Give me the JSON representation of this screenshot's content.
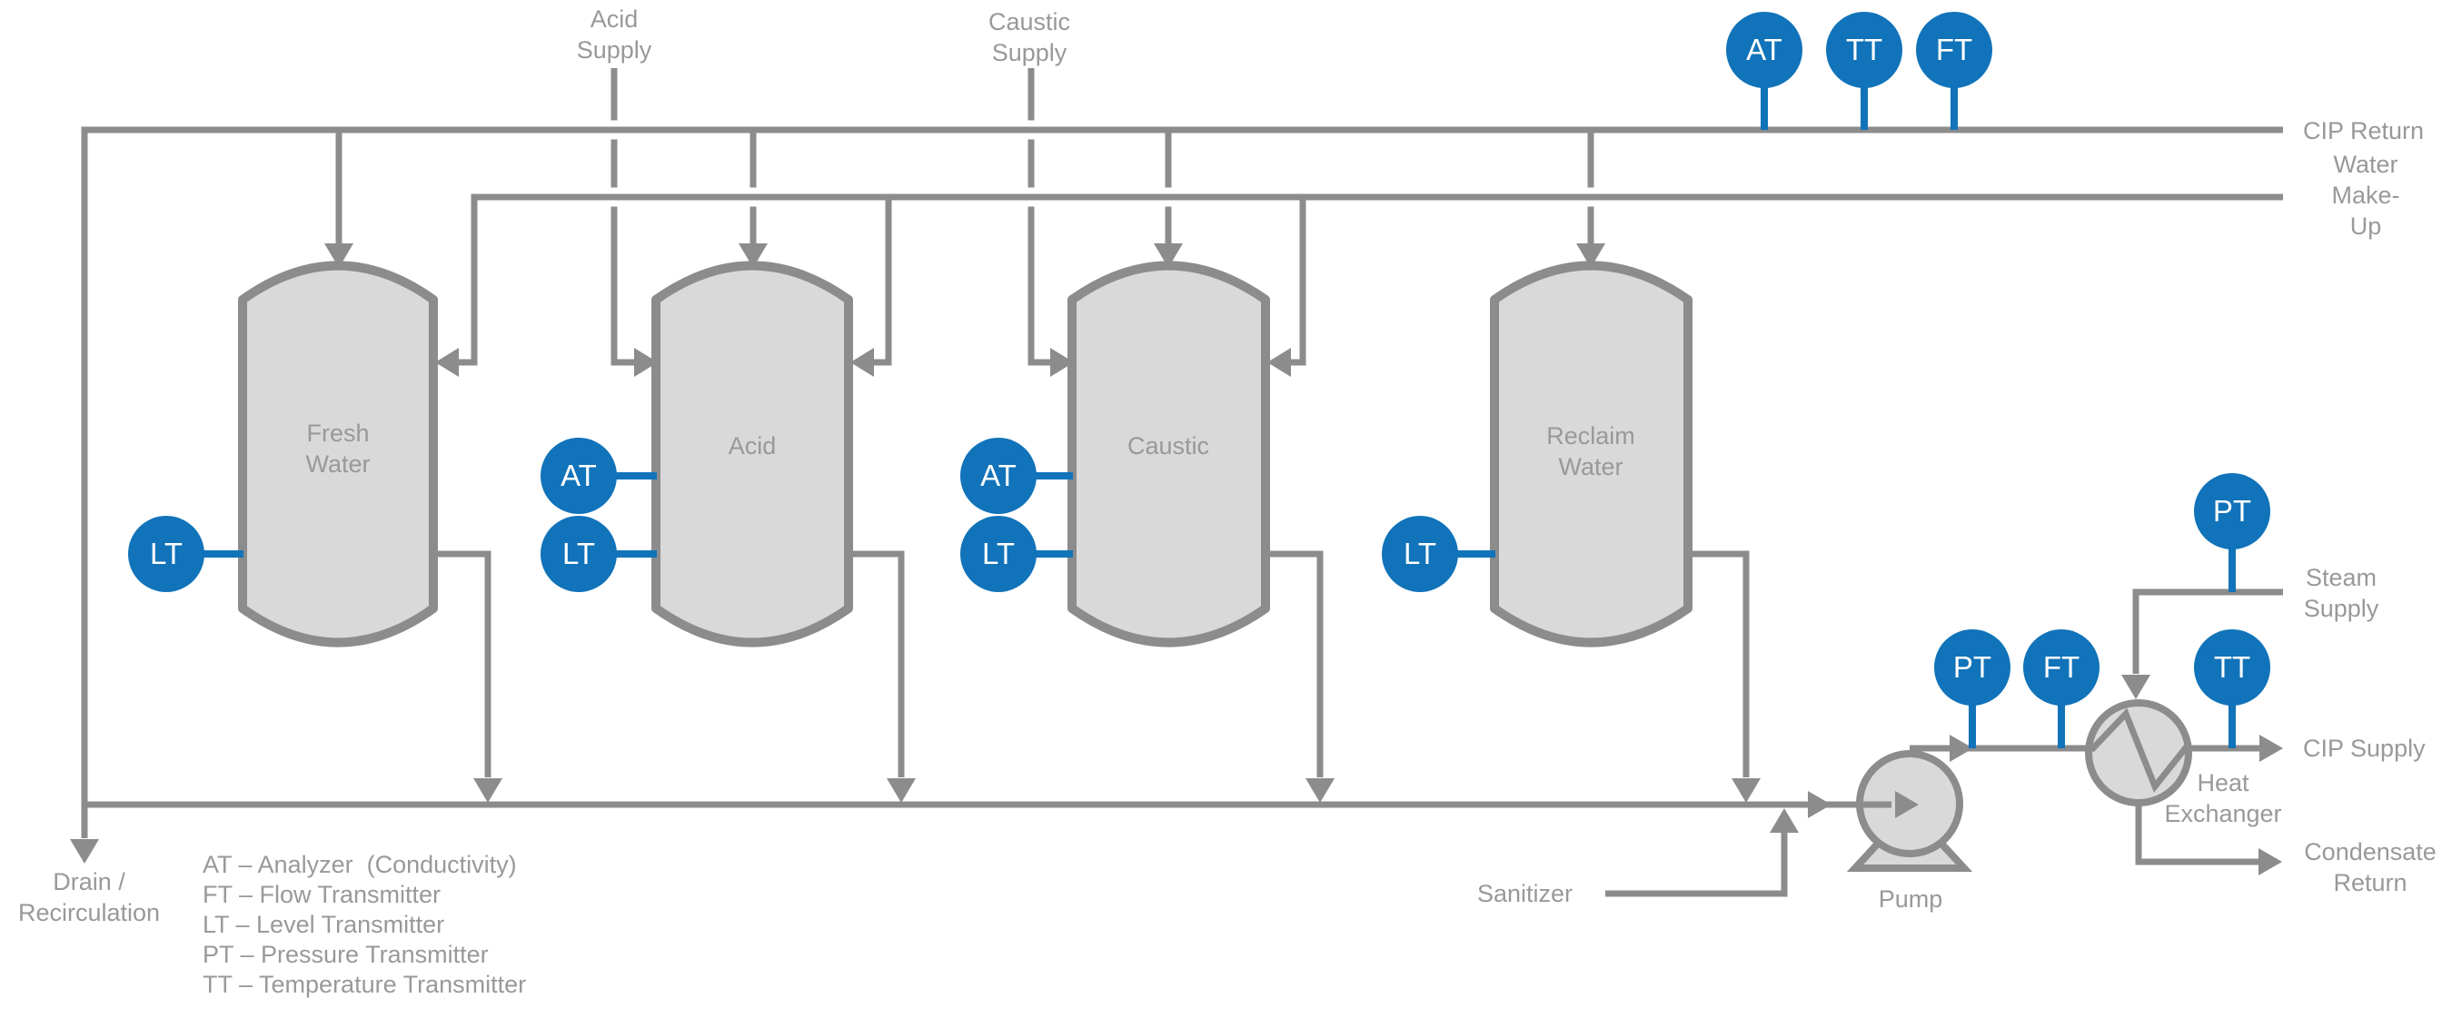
{
  "colors": {
    "accent_blue": "#1173b9",
    "line_gray": "#8c8c8c",
    "vessel_fill": "#d9d9d9",
    "text_gray": "#999999"
  },
  "supplies": {
    "acid": "Acid\nSupply",
    "caustic": "Caustic\nSupply"
  },
  "streams": {
    "cip_return": "CIP Return",
    "water_makeup": "Water\nMake-Up",
    "steam_supply": "Steam\nSupply",
    "cip_supply": "CIP Supply",
    "condensate_return": "Condensate\nReturn",
    "drain_recirculation": "Drain /\nRecirculation",
    "sanitizer": "Sanitizer"
  },
  "equipment": {
    "pump": "Pump",
    "heat_exchanger": "Heat\nExchanger"
  },
  "tanks": [
    {
      "id": "fresh-water",
      "label": "Fresh\nWater"
    },
    {
      "id": "acid",
      "label": "Acid"
    },
    {
      "id": "caustic",
      "label": "Caustic"
    },
    {
      "id": "reclaim-water",
      "label": "Reclaim\nWater"
    }
  ],
  "instruments": [
    {
      "id": "at-cip-return",
      "tag": "AT"
    },
    {
      "id": "tt-cip-return",
      "tag": "TT"
    },
    {
      "id": "ft-cip-return",
      "tag": "FT"
    },
    {
      "id": "lt-fresh-water",
      "tag": "LT"
    },
    {
      "id": "at-acid",
      "tag": "AT"
    },
    {
      "id": "lt-acid",
      "tag": "LT"
    },
    {
      "id": "at-caustic",
      "tag": "AT"
    },
    {
      "id": "lt-caustic",
      "tag": "LT"
    },
    {
      "id": "lt-reclaim-water",
      "tag": "LT"
    },
    {
      "id": "pt-pump-discharge",
      "tag": "PT"
    },
    {
      "id": "ft-pump-discharge",
      "tag": "FT"
    },
    {
      "id": "pt-steam-supply",
      "tag": "PT"
    },
    {
      "id": "tt-cip-supply",
      "tag": "TT"
    }
  ],
  "legend": {
    "items": [
      "AT – Analyzer  (Conductivity)",
      "FT – Flow Transmitter",
      "LT – Level Transmitter",
      "PT – Pressure Transmitter",
      "TT – Temperature Transmitter"
    ]
  }
}
